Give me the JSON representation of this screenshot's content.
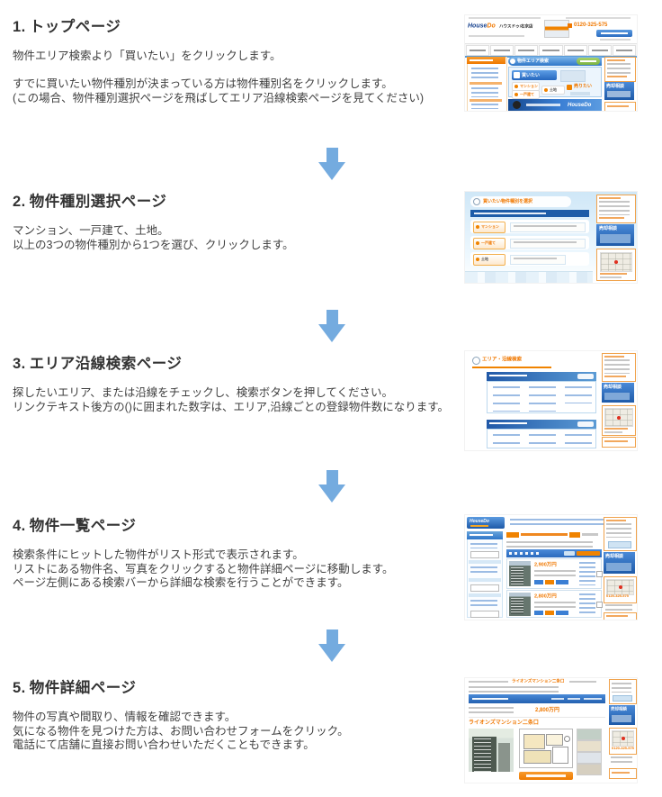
{
  "colors": {
    "arrow_blue": "#74abdf",
    "accent_orange": "#f07800",
    "brand_blue": "#2e76c8",
    "link_blue": "#3b6fd4"
  },
  "steps": [
    {
      "num": "1.",
      "title": "トップページ",
      "lines": [
        "物件エリア検索より「買いたい」をクリックします。",
        "",
        "すでに買いたい物件種別が決まっている方は物件種別名をクリックします。",
        "(この場合、物件種別選択ページを飛ばしてエリア沿線検索ページを見てください)"
      ]
    },
    {
      "num": "2.",
      "title": "物件種別選択ページ",
      "lines": [
        "マンション、一戸建て、土地。",
        "以上の3つの物件種別から1つを選び、クリックします。"
      ]
    },
    {
      "num": "3.",
      "title": "エリア沿線検索ページ",
      "lines": [
        "探したいエリア、または沿線をチェックし、検索ボタンを押してください。",
        "リンクテキスト後方の()に囲まれた数字は、エリア,沿線ごとの登録物件数になります。"
      ]
    },
    {
      "num": "4.",
      "title": "物件一覧ページ",
      "lines": [
        "検索条件にヒットした物件がリスト形式で表示されます。",
        "リストにある物件名、写真をクリックすると物件詳細ページに移動します。",
        "ページ左側にある検索バーから詳細な検索を行うことができます。"
      ]
    },
    {
      "num": "5.",
      "title": "物件詳細ページ",
      "lines": [
        "物件の写真や間取り、情報を確認できます。",
        "気になる物件を見つけた方は、お問い合わせフォームをクリック。",
        "電話にて店舗に直接お問い合わせいただくこともできます。"
      ]
    }
  ],
  "common": {
    "sell_consult": "売却相談"
  },
  "thumbs": {
    "t1": {
      "logo_house": "House",
      "logo_do": "Do",
      "logo_store": "ハウスドゥ!右京店",
      "phone": "0120-325-575",
      "search_title": "物件エリア検索",
      "buy": "買いたい",
      "sell": "売りたい",
      "mansion": "マンション",
      "house": "一戸建て",
      "land": "土地",
      "banner_logo": "HouseDo"
    },
    "t2": {
      "title": "買いたい物件種別を選択",
      "mansion": "マンション",
      "house": "一戸建て",
      "land": "土地"
    },
    "t3": {
      "title": "エリア・沿線検索"
    },
    "t4": {
      "logo": "HouseDo",
      "price1": "2,900万円",
      "price2": "2,800万円",
      "phone": "0120-325-575"
    },
    "t5": {
      "top_link": "ライオンズマンション二条口",
      "price": "2,800万円",
      "title": "ライオンズマンション二条口",
      "phone": "0120-325-575"
    }
  }
}
